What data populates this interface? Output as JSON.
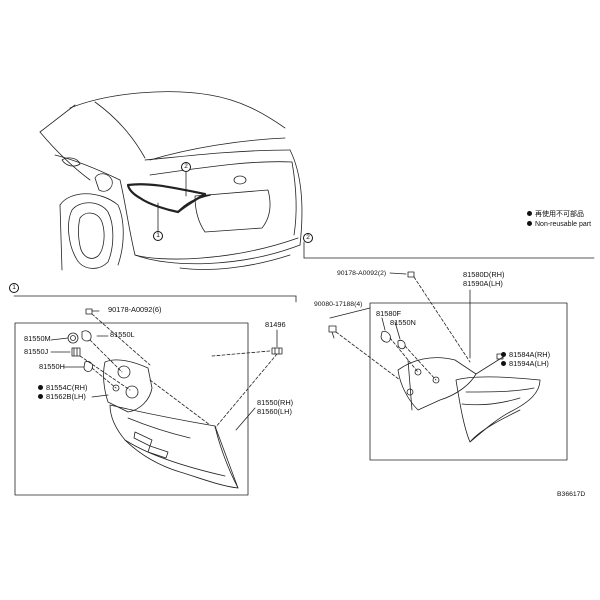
{
  "figure_id": "B36617D",
  "legend": {
    "cn": "再使用不可部品",
    "en": "Non-reusable part"
  },
  "group_markers": {
    "one": "1",
    "two": "2"
  },
  "group1": {
    "bolt_top": "90178-A0092(6)",
    "cap_m": "81550M",
    "socket_l": "81550L",
    "bulb_j": "81550J",
    "bulb_h": "81550H",
    "gasket_rh": "81554C(RH)",
    "gasket_lh": "81562B(LH)",
    "seal": "81496",
    "lamp_rh": "81550(RH)",
    "lamp_lh": "81560(LH)"
  },
  "group2": {
    "nut_top": "90178-A0092(2)",
    "lamp_rh": "81580D(RH)",
    "lamp_lh": "81590A(LH)",
    "screw": "90080-17188(4)",
    "socket_f": "81580F",
    "bulb_n": "81550N",
    "gasket_rh": "81584A(RH)",
    "gasket_lh": "81594A(LH)"
  }
}
